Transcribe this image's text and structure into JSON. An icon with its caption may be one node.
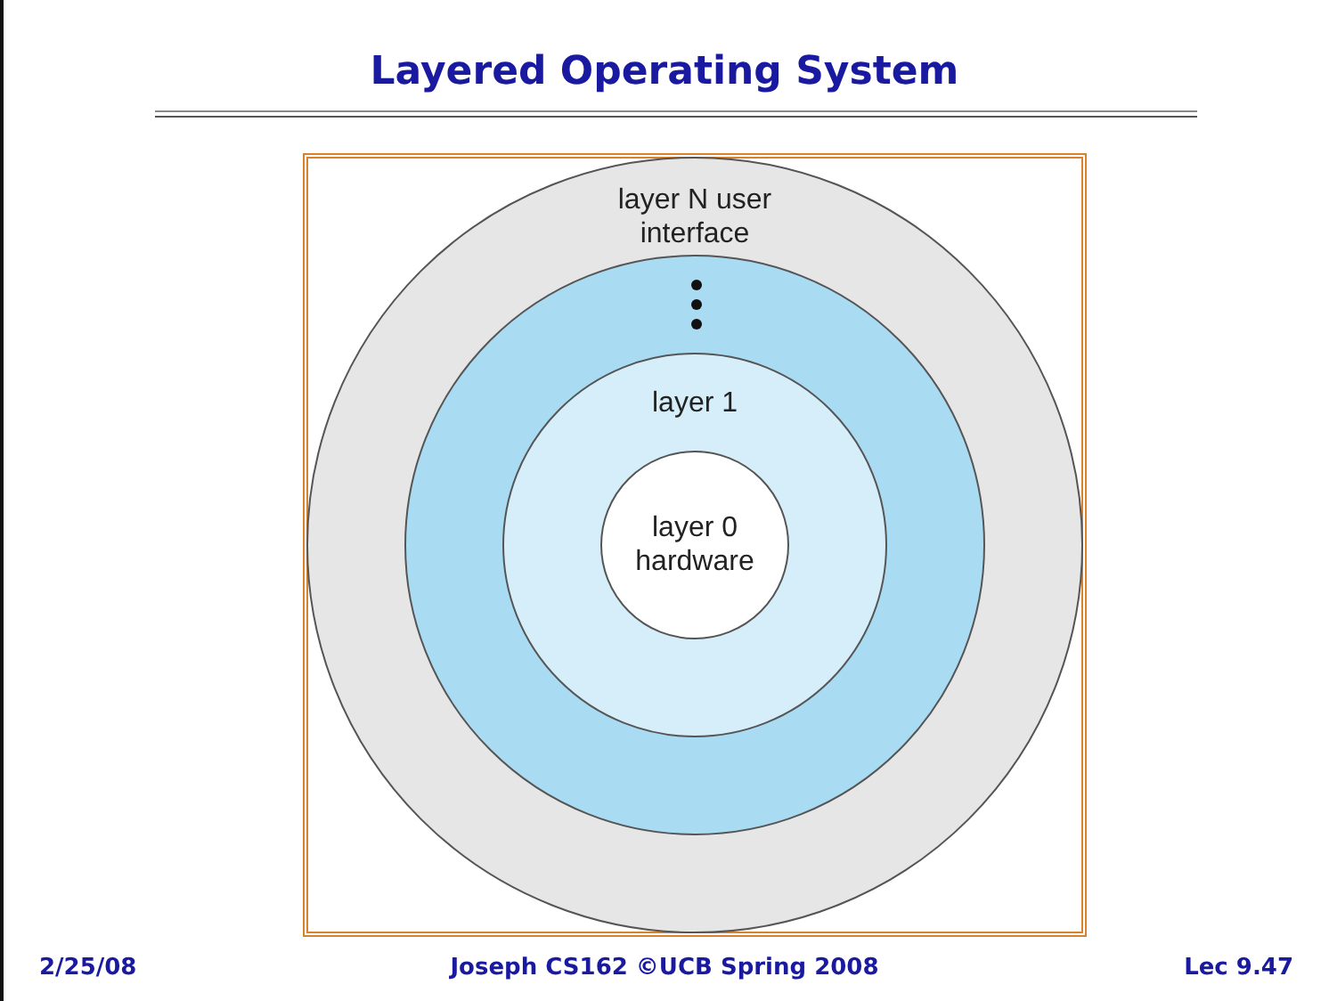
{
  "diagram": {
    "title": "Layered Operating System",
    "nodes": [
      {
        "text": [
          "layer N user interface"
        ]
      },
      {
        "text": [],
        "shape": "circle",
        "in": 0
      },
      {
        "text": [
          "layer 1"
        ],
        "in": 1
      },
      {
        "text": [
          "layer 0 hardware"
        ],
        "in": 2
      }
    ],
    "edges": [],
    "labels": [
      "2/25/08",
      "Joseph CS162 ©UCB Spring 2008",
      "Lec 9.47"
    ]
  }
}
